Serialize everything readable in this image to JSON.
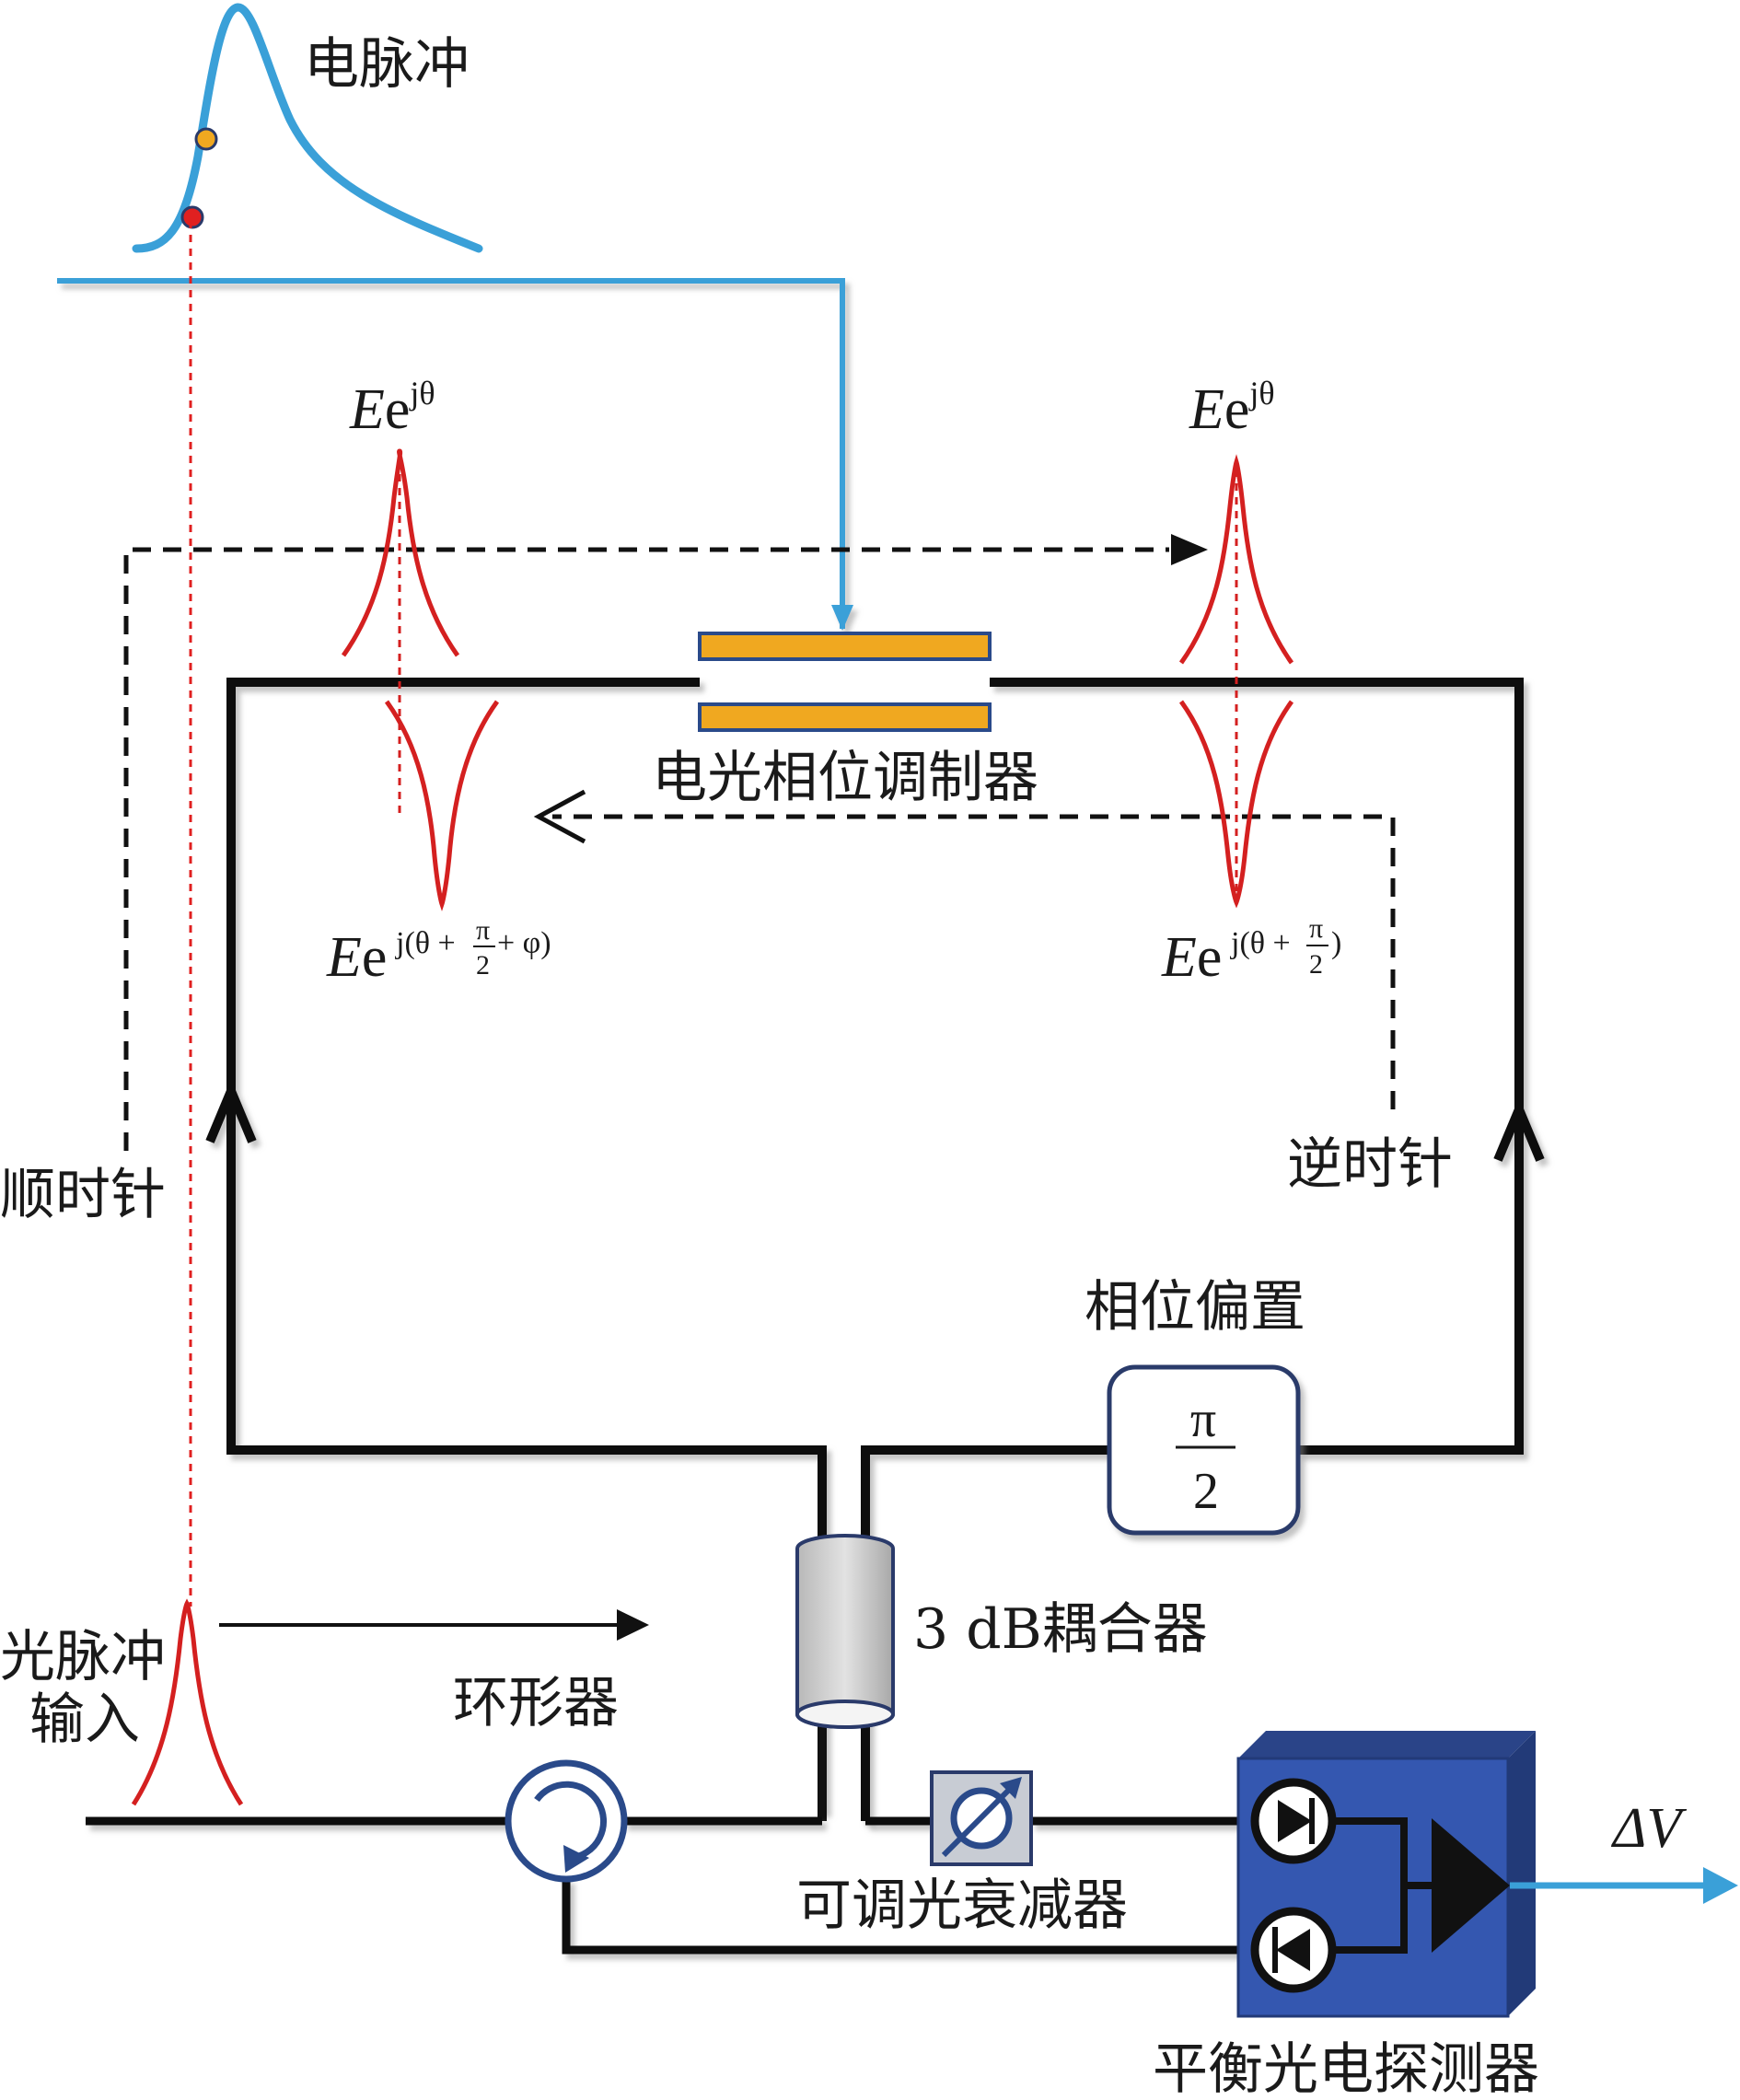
{
  "labels": {
    "electric_pulse": "电脉冲",
    "eo_phase_modulator": "电光相位调制器",
    "clockwise": "顺时针",
    "counterclockwise": "逆时针",
    "phase_bias": "相位偏置",
    "phase_bias_numerator": "π",
    "phase_bias_denominator": "2",
    "coupler": "3 dB耦合器",
    "optical_pulse_line1": "光脉冲",
    "optical_pulse_line2": "输入",
    "circulator": "环形器",
    "attenuator": "可调光衰减器",
    "balanced_detector": "平衡光电探测器",
    "output": "ΔV"
  },
  "fields": {
    "cw_top_left": {
      "base": "E",
      "e": "e",
      "sup": "jθ"
    },
    "cw_top_right": {
      "base": "E",
      "e": "e",
      "sup": "jθ"
    },
    "ccw_left": {
      "base": "E",
      "e": "e",
      "sup_pre": "j(θ + ",
      "num": "π",
      "den": "2",
      "sup_post": " + φ)"
    },
    "ccw_right": {
      "base": "E",
      "e": "e",
      "sup_pre": "j(θ + ",
      "num": "π",
      "den": "2",
      "sup_post": ")"
    }
  },
  "colors": {
    "loop": "#111111",
    "electric_signal": "#3aa0d8",
    "optical_pulse": "#d42020",
    "modulator_fill": "#f0a820",
    "modulator_border": "#2a4a8a",
    "detector_fill": "#3457b0",
    "dashed": "#111111"
  }
}
